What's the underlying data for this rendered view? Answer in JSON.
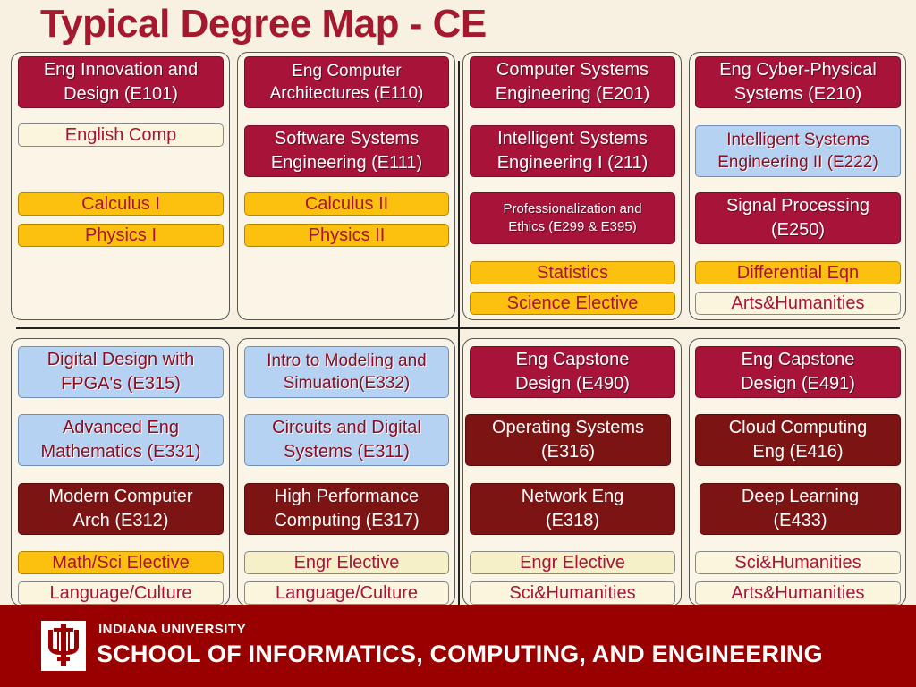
{
  "title": "Typical Degree Map - CE",
  "top": {
    "col1": {
      "b1": "Eng Innovation and\nDesign (E101)",
      "b2": "English Comp",
      "b3": "Calculus I",
      "b4": "Physics I"
    },
    "col2": {
      "b1": "Eng Computer\nArchitectures (E110)",
      "b2": "Software Systems\nEngineering (E111)",
      "b3": "Calculus II",
      "b4": "Physics II"
    },
    "col3": {
      "b1": "Computer Systems\nEngineering (E201)",
      "b2": "Intelligent Systems\nEngineering I (211)",
      "b3": "Professionalization and\nEthics (E299 & E395)",
      "b4": "Statistics",
      "b5": "Science Elective"
    },
    "col4": {
      "b1": "Eng Cyber-Physical\nSystems (E210)",
      "b2": "Intelligent Systems\nEngineering II (E222)",
      "b3": "Signal Processing\n(E250)",
      "b4": "Differential Eqn",
      "b5": "Arts&Humanities"
    }
  },
  "bottom": {
    "col1": {
      "b1": "Digital Design with\nFPGA's (E315)",
      "b2": "Advanced Eng\nMathematics (E331)",
      "b3": "Modern Computer\nArch (E312)",
      "b4": "Math/Sci Elective",
      "b5": "Language/Culture"
    },
    "col2": {
      "b1": "Intro to Modeling and\nSimuation(E332)",
      "b2": "Circuits and Digital\nSystems (E311)",
      "b3": "High Performance\nComputing (E317)",
      "b4": "Engr Elective",
      "b5": "Language/Culture"
    },
    "col3": {
      "b1": "Eng Capstone\nDesign (E490)",
      "b2": "Operating Systems\n(E316)",
      "b3": "Network Eng\n(E318)",
      "b4": "Engr Elective",
      "b5": "Sci&Humanities"
    },
    "col4": {
      "b1": "Eng Capstone\nDesign (E491)",
      "b2": "Cloud Computing\nEng (E416)",
      "b3": "Deep Learning\n(E433)",
      "b4": "Sci&Humanities",
      "b5": "Arts&Humanities"
    }
  },
  "footer": {
    "university": "INDIANA UNIVERSITY",
    "school": "SCHOOL OF INFORMATICS, COMPUTING, AND ENGINEERING"
  }
}
